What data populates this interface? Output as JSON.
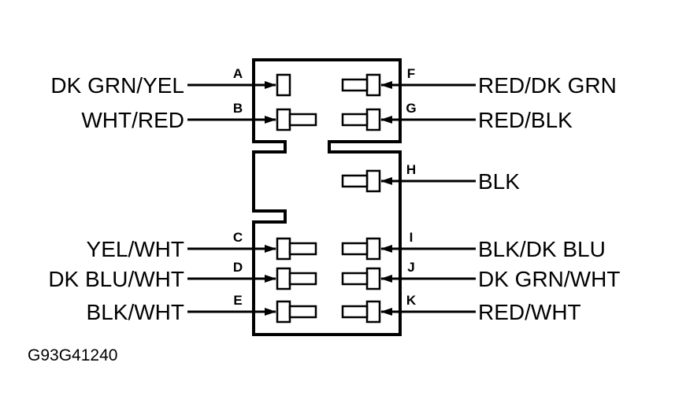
{
  "figure_id": "G93G41240",
  "colors": {
    "ink": "#000000",
    "background": "#ffffff"
  },
  "left_pins": [
    {
      "pin": "A",
      "wire": "DK GRN/YEL",
      "has_tail": false
    },
    {
      "pin": "B",
      "wire": "WHT/RED",
      "has_tail": true
    },
    {
      "pin": "C",
      "wire": "YEL/WHT",
      "has_tail": true
    },
    {
      "pin": "D",
      "wire": "DK BLU/WHT",
      "has_tail": true
    },
    {
      "pin": "E",
      "wire": "BLK/WHT",
      "has_tail": true
    }
  ],
  "right_pins": [
    {
      "pin": "F",
      "wire": "RED/DK GRN",
      "has_tail": true
    },
    {
      "pin": "G",
      "wire": "RED/BLK",
      "has_tail": true
    },
    {
      "pin": "H",
      "wire": "BLK",
      "has_tail": true
    },
    {
      "pin": "I",
      "wire": "BLK/DK BLU",
      "has_tail": true
    },
    {
      "pin": "J",
      "wire": "DK GRN/WHT",
      "has_tail": true
    },
    {
      "pin": "K",
      "wire": "RED/WHT",
      "has_tail": true
    }
  ]
}
